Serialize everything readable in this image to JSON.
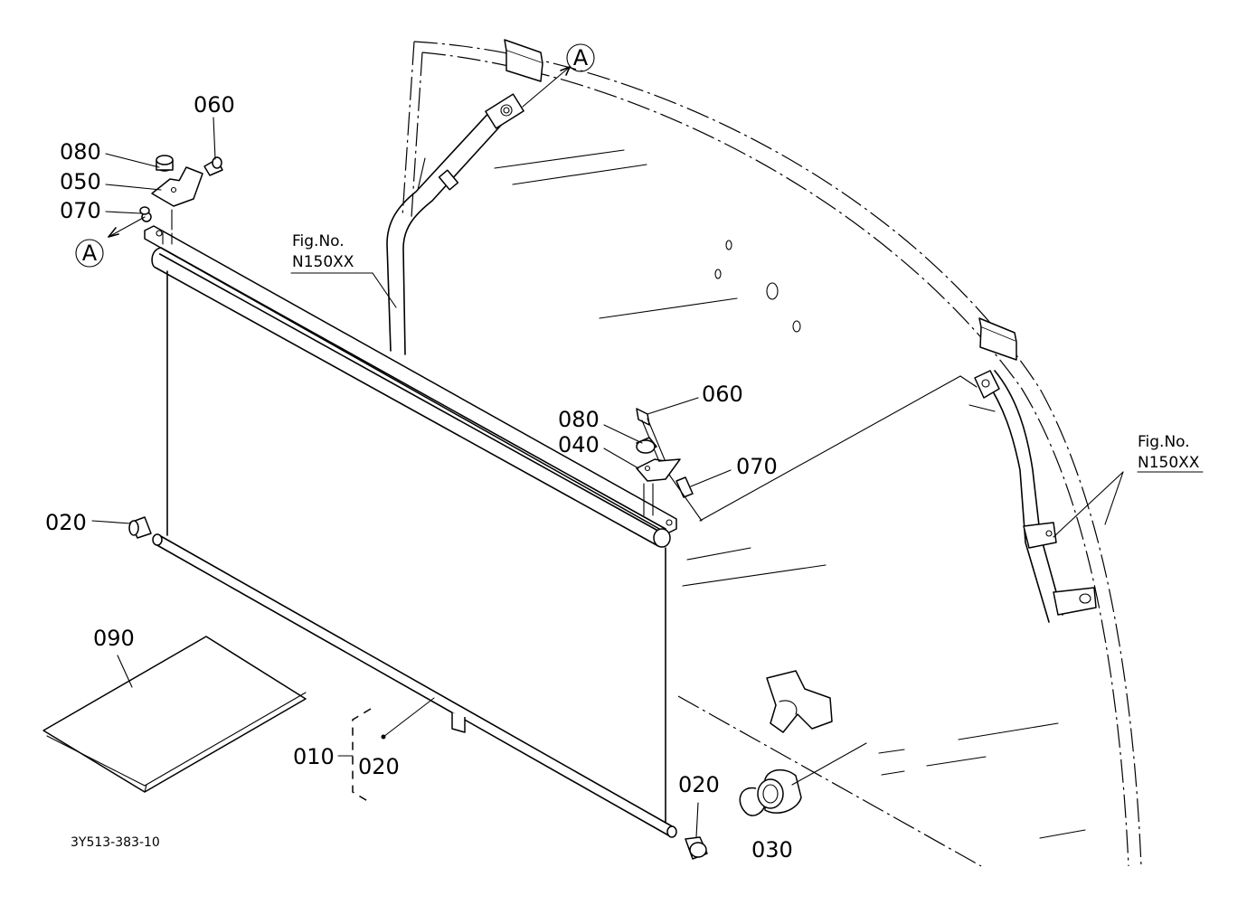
{
  "callouts": {
    "c060_left": "060",
    "c080_left": "080",
    "c050": "050",
    "c070_left": "070",
    "cA_left": "A",
    "cA_top": "A",
    "fig_left_1": "Fig.No.",
    "fig_left_2": "N150XX",
    "fig_right_1": "Fig.No.",
    "fig_right_2": "N150XX",
    "c060_right": "060",
    "c080_right": "080",
    "c040": "040",
    "c070_right": "070",
    "c020_left": "020",
    "c090": "090",
    "c010": "010",
    "c020_group": "020",
    "c020_bottom": "020",
    "c030": "030"
  },
  "drawing_code": "3Y513-383-10"
}
